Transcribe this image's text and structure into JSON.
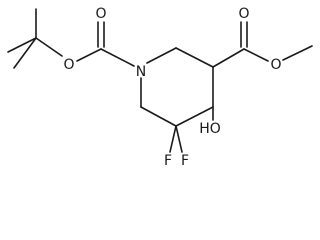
{
  "molecule": {
    "atom_labels": {
      "n1": "N",
      "o_boc_carbonyl": "O",
      "o_boc_ether": "O",
      "o_ester_carbonyl": "O",
      "o_ester_ether": "O",
      "o_hydroxyl": "HO",
      "f_left": "F",
      "f_right": "F"
    }
  }
}
